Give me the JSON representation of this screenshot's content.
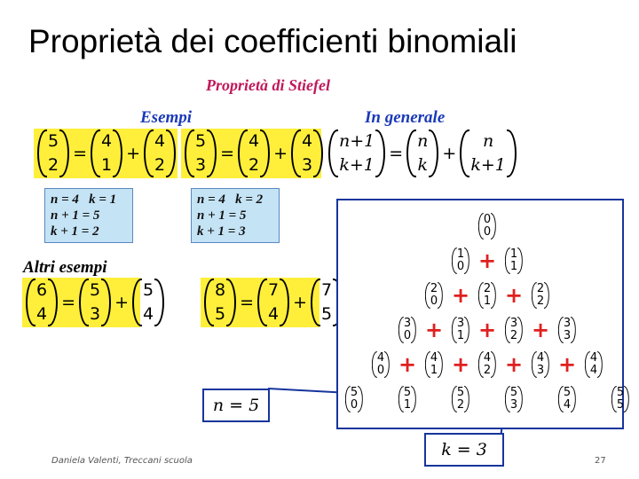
{
  "title": "Proprietà dei coefficienti binomiali",
  "subtitle": "Proprietà di Stiefel",
  "examples_heading": "Esempi",
  "general_heading": "In generale",
  "other_examples_heading": "Altri esempi",
  "plus": "+",
  "equals": "=",
  "one": "1",
  "ex1": {
    "lhs": [
      "5",
      "2"
    ],
    "a": [
      "4",
      "1"
    ],
    "b": [
      "4",
      "2"
    ]
  },
  "ex2": {
    "lhs": [
      "5",
      "3"
    ],
    "a": [
      "4",
      "2"
    ],
    "b": [
      "4",
      "3"
    ]
  },
  "gen": {
    "lhs_top": "n+1",
    "lhs_bot": "k+1",
    "a_top": "n",
    "a_bot": "k",
    "b_top": "n",
    "b_bot": "k+1"
  },
  "info1": [
    "n = 4   k = 1",
    "n + 1 = 5",
    "k + 1 = 2"
  ],
  "info2": [
    "n = 4   k = 2",
    "n + 1 = 5",
    "k + 1 = 3"
  ],
  "ex3": {
    "lhs": [
      "6",
      "4"
    ],
    "a": [
      "5",
      "3"
    ],
    "b": [
      "5",
      "4"
    ]
  },
  "ex4": {
    "lhs": [
      "8",
      "5"
    ],
    "a": [
      "7",
      "4"
    ],
    "b": [
      "7",
      "5"
    ]
  },
  "triangle_rows": [
    [
      [
        "0",
        "0"
      ]
    ],
    [
      [
        "1",
        "0"
      ],
      [
        "1",
        "1"
      ]
    ],
    [
      [
        "2",
        "0"
      ],
      [
        "2",
        "1"
      ],
      [
        "2",
        "2"
      ]
    ],
    [
      [
        "3",
        "0"
      ],
      [
        "3",
        "1"
      ],
      [
        "3",
        "2"
      ],
      [
        "3",
        "3"
      ]
    ],
    [
      [
        "4",
        "0"
      ],
      [
        "4",
        "1"
      ],
      [
        "4",
        "2"
      ],
      [
        "4",
        "3"
      ],
      [
        "4",
        "4"
      ]
    ],
    [
      [
        "5",
        "0"
      ],
      [
        "5",
        "1"
      ],
      [
        "5",
        "2"
      ],
      [
        "5",
        "3"
      ],
      [
        "5",
        "4"
      ],
      [
        "5",
        "5"
      ]
    ]
  ],
  "label_n": "n = 5",
  "label_k": "k = 3",
  "footer": "Daniela Valenti, Treccani scuola",
  "page_number": "27",
  "colors": {
    "red_heading": "#c0185a",
    "blue_heading": "#1a39b8",
    "yellow": "#ffef3a",
    "info_blue": "#c4e3f5",
    "plus_red": "#e02020",
    "frame_blue": "#16359c"
  }
}
